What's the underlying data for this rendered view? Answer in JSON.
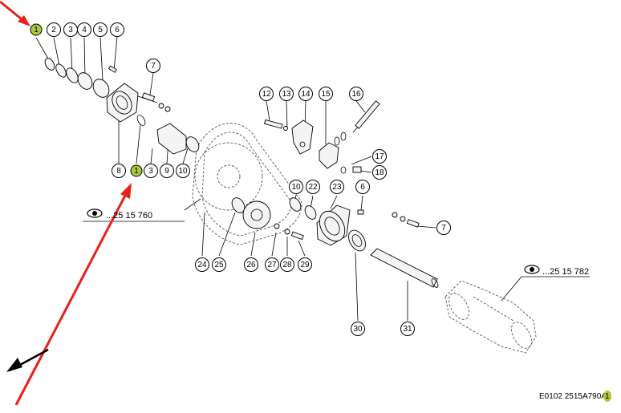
{
  "references": {
    "left": "...25 15 760",
    "right": "...25 15 782"
  },
  "footer": {
    "code": "E0102 2515A790A",
    "badge": "1"
  },
  "callouts": [
    "1",
    "2",
    "3",
    "4",
    "5",
    "6",
    "7",
    "8",
    "1",
    "3",
    "9",
    "10",
    "12",
    "13",
    "14",
    "15",
    "16",
    "17",
    "18",
    "10",
    "22",
    "23",
    "6",
    "7",
    "24",
    "25",
    "26",
    "27",
    "28",
    "29",
    "30",
    "31"
  ],
  "colors": {
    "highlight": "#a8c93a",
    "arrow": "#e8201a"
  },
  "icons": [
    "eye-icon",
    "arrow-icon"
  ]
}
